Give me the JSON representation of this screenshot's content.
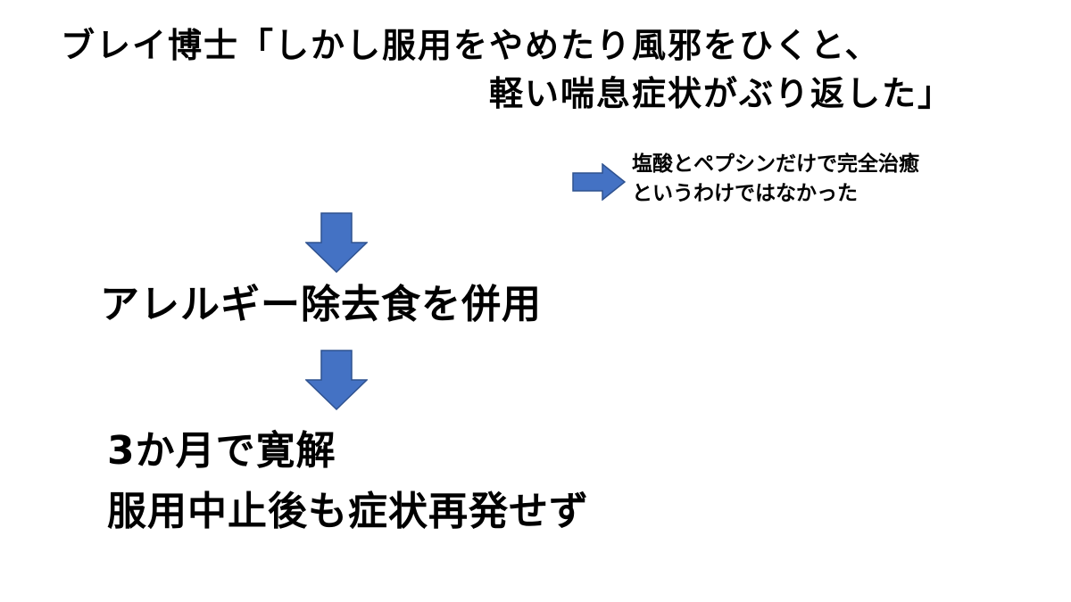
{
  "slide": {
    "title_line_1": "ブレイ博士「しかし服用をやめたり風邪をひくと、",
    "title_line_2": "軽い喘息症状がぶり返した」",
    "note_line_1": "塩酸とペプシンだけで完全治癒",
    "note_line_2": "というわけではなかった",
    "step_1": "アレルギー除去食を併用",
    "step_2": "3か月で寛解",
    "step_3": "服用中止後も症状再発せず"
  },
  "colors": {
    "arrow_fill": "#4472C4",
    "arrow_stroke": "#2F528F",
    "text": "#000000",
    "background": "#FFFFFF"
  },
  "icons": {
    "side_arrow": "right-arrow-icon",
    "down_arrow": "down-arrow-icon"
  }
}
